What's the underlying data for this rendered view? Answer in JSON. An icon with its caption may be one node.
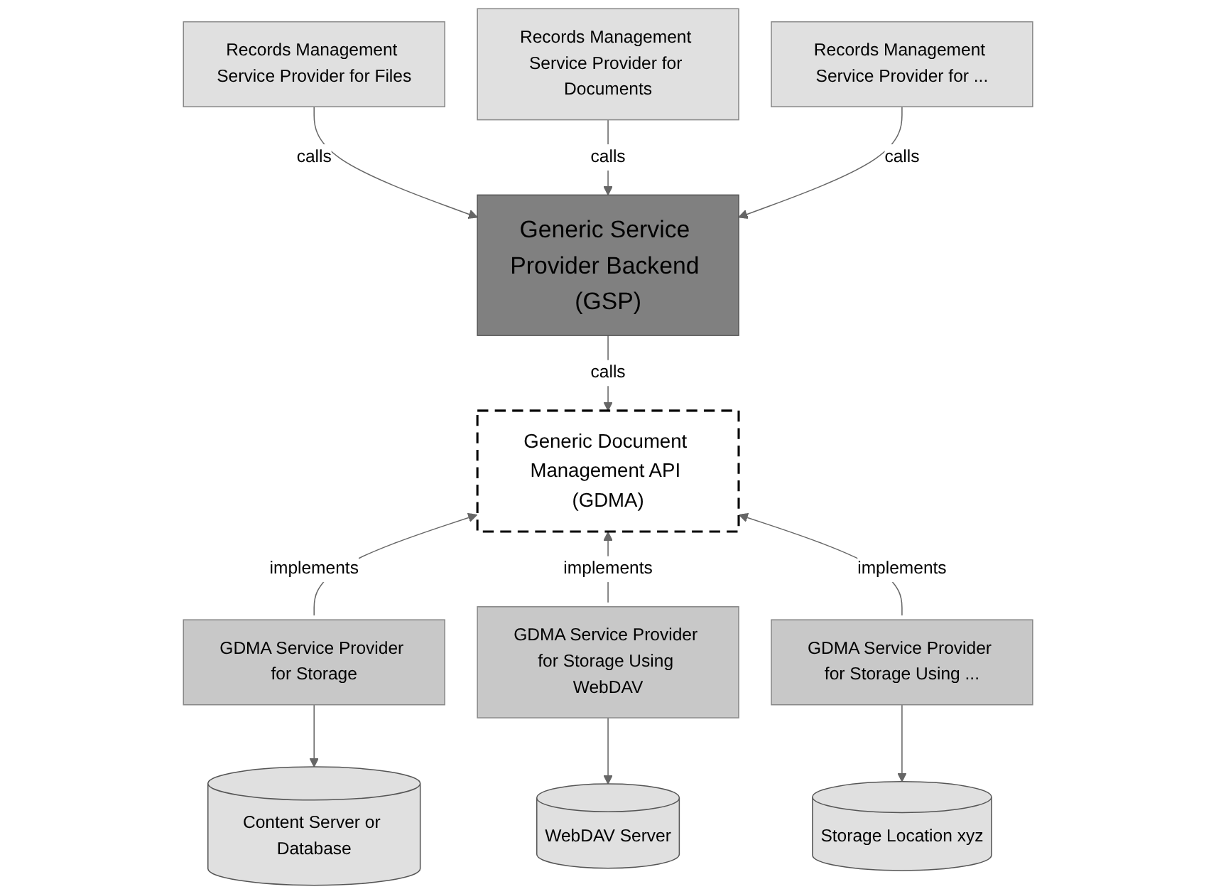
{
  "diagram": {
    "nodes": [
      {
        "text": [
          "Records Management Service Provider for Files"
        ]
      },
      {
        "text": [
          "Records Management Service Provider for Documents"
        ]
      },
      {
        "text": [
          "Records Management Service Provider for ..."
        ]
      },
      {
        "text": [
          "Generic Service Provider Backend (GSP)"
        ]
      },
      {
        "text": [
          "Generic Document Management API (GDMA)"
        ]
      },
      {
        "text": [
          "GDMA Service Provider for Storage"
        ]
      },
      {
        "text": [
          "GDMA Service Provider for Storage Using WebDAV"
        ]
      },
      {
        "text": [
          "GDMA Service Provider for Storage Using ..."
        ]
      },
      {
        "text": [
          "Content Server or Database"
        ]
      },
      {
        "text": [
          "WebDAV Server"
        ]
      },
      {
        "text": [
          "Storage Location xyz"
        ]
      }
    ],
    "edges": [
      {
        "from": 0,
        "to": 3,
        "arrow": "to",
        "label": "calls"
      },
      {
        "from": 1,
        "to": 3,
        "arrow": "to",
        "label": "calls"
      },
      {
        "from": 2,
        "to": 3,
        "arrow": "to",
        "label": "calls"
      },
      {
        "from": 3,
        "to": 4,
        "arrow": "to",
        "label": "calls"
      },
      {
        "from": 5,
        "to": 4,
        "arrow": "to",
        "label": "implements"
      },
      {
        "from": 6,
        "to": 4,
        "arrow": "to",
        "label": "implements"
      },
      {
        "from": 7,
        "to": 4,
        "arrow": "to",
        "label": "implements"
      },
      {
        "from": 5,
        "to": 8,
        "arrow": "to"
      },
      {
        "from": 6,
        "to": 9,
        "arrow": "to"
      },
      {
        "from": 7,
        "to": 10,
        "arrow": "to"
      }
    ]
  }
}
